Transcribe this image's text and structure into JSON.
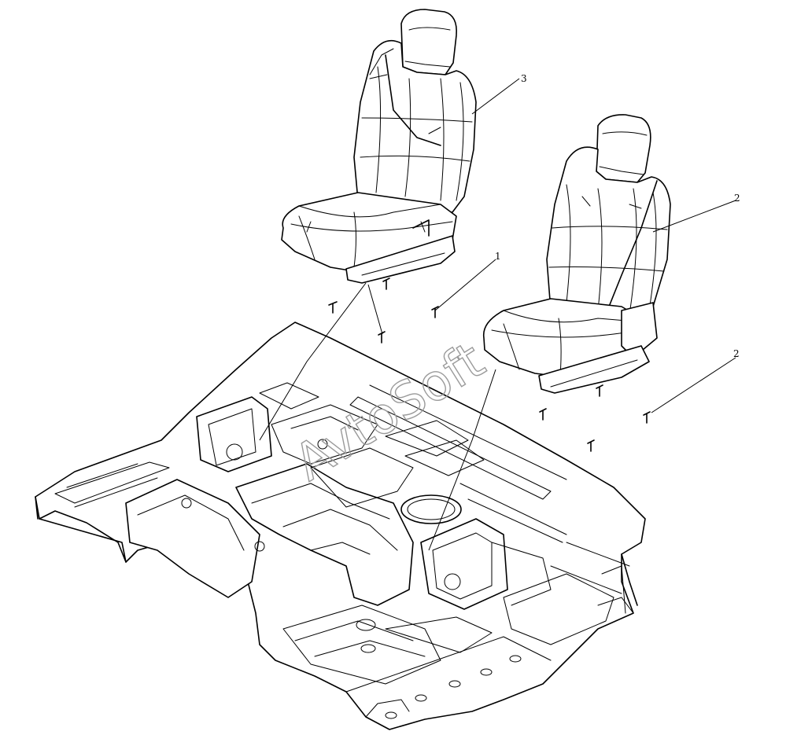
{
  "diagram": {
    "callouts": [
      {
        "id": "seat-left",
        "label": "3"
      },
      {
        "id": "seat-right",
        "label": "2"
      },
      {
        "id": "bolts-left",
        "label": "1"
      },
      {
        "id": "bolts-right",
        "label": "2"
      }
    ],
    "watermark": "AvtoSoft",
    "colors": {
      "line": "#000000",
      "background": "#ffffff",
      "watermark": "#9a9a9a"
    }
  }
}
